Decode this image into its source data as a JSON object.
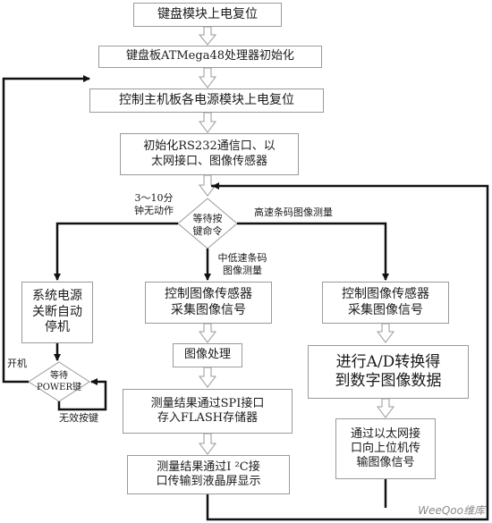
{
  "boxes": {
    "b1": "键盘模块上电复位",
    "b2": "键盘板ATMega48处理器初始化",
    "b3": "控制主机板各电源模块上电复位",
    "b4": "初始化RS232通信口、以\n太网接口、图像传感器",
    "b5": "系统电源\n关断自动\n停机",
    "b6": "控制图像传感器\n采集图像信号",
    "b7": "控制图像传感器\n采集图像信号",
    "b8": "图像处理",
    "b9": "进行A/D转换得\n到数字图像数据",
    "b10": "测量结果通过SPI接口\n存入FLASH存储器",
    "b11": "通过以太网接\n口向上位机传\n输图像信号",
    "b12": "测量结果通过I ²C接\n口传输到液晶屏显示"
  },
  "decisions": {
    "d1": "等待按\n键命令",
    "d2": "等待\nPOWER键"
  },
  "labels": {
    "idle": "3～10分\n钟无动作",
    "high": "高速条码图像测量",
    "mid": "中低速条码\n图像测量",
    "on": "开机",
    "invalid": "无效按键"
  },
  "watermark": "WeeQoo维库"
}
